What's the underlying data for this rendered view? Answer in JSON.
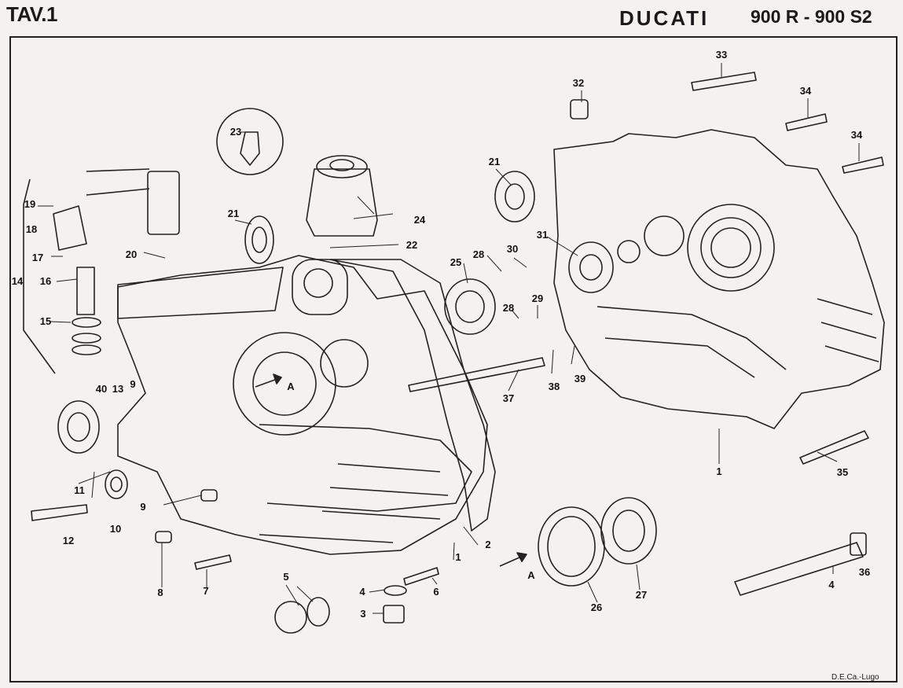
{
  "header": {
    "plate_label": "TAV.1",
    "brand": "DUCATI",
    "model": "900 R - 900 S2"
  },
  "footer": {
    "credit": "D.E.Ca.-Lugo"
  },
  "colors": {
    "ink": "#222222",
    "paper": "#f4f2ef"
  },
  "parts": [
    {
      "id": "part-33",
      "label": "33"
    },
    {
      "id": "part-32",
      "label": "32"
    },
    {
      "id": "part-34a",
      "label": "34"
    },
    {
      "id": "part-34b",
      "label": "34"
    },
    {
      "id": "part-23",
      "label": "23"
    },
    {
      "id": "part-21a",
      "label": "21"
    },
    {
      "id": "part-21b",
      "label": "21"
    },
    {
      "id": "part-19",
      "label": "19"
    },
    {
      "id": "part-18",
      "label": "18"
    },
    {
      "id": "part-24",
      "label": "24"
    },
    {
      "id": "part-22",
      "label": "22"
    },
    {
      "id": "part-30",
      "label": "30"
    },
    {
      "id": "part-31",
      "label": "31"
    },
    {
      "id": "part-17",
      "label": "17"
    },
    {
      "id": "part-20",
      "label": "20"
    },
    {
      "id": "part-28a",
      "label": "28"
    },
    {
      "id": "part-25",
      "label": "25"
    },
    {
      "id": "part-16",
      "label": "16"
    },
    {
      "id": "part-14",
      "label": "14"
    },
    {
      "id": "part-15",
      "label": "15"
    },
    {
      "id": "part-28b",
      "label": "28"
    },
    {
      "id": "part-29",
      "label": "29"
    },
    {
      "id": "part-40",
      "label": "40"
    },
    {
      "id": "part-13",
      "label": "13"
    },
    {
      "id": "part-9a",
      "label": "9"
    },
    {
      "id": "part-37",
      "label": "37"
    },
    {
      "id": "part-38",
      "label": "38"
    },
    {
      "id": "part-39",
      "label": "39"
    },
    {
      "id": "part-a1",
      "label": "A"
    },
    {
      "id": "part-11",
      "label": "11"
    },
    {
      "id": "part-1a",
      "label": "1"
    },
    {
      "id": "part-35",
      "label": "35"
    },
    {
      "id": "part-9b",
      "label": "9"
    },
    {
      "id": "part-10",
      "label": "10"
    },
    {
      "id": "part-12",
      "label": "12"
    },
    {
      "id": "part-2",
      "label": "2"
    },
    {
      "id": "part-1b",
      "label": "1"
    },
    {
      "id": "part-36",
      "label": "36"
    },
    {
      "id": "part-a2",
      "label": "A"
    },
    {
      "id": "part-4a",
      "label": "4"
    },
    {
      "id": "part-8",
      "label": "8"
    },
    {
      "id": "part-7",
      "label": "7"
    },
    {
      "id": "part-5",
      "label": "5"
    },
    {
      "id": "part-4b",
      "label": "4"
    },
    {
      "id": "part-6",
      "label": "6"
    },
    {
      "id": "part-27",
      "label": "27"
    },
    {
      "id": "part-26",
      "label": "26"
    },
    {
      "id": "part-3",
      "label": "3"
    }
  ]
}
